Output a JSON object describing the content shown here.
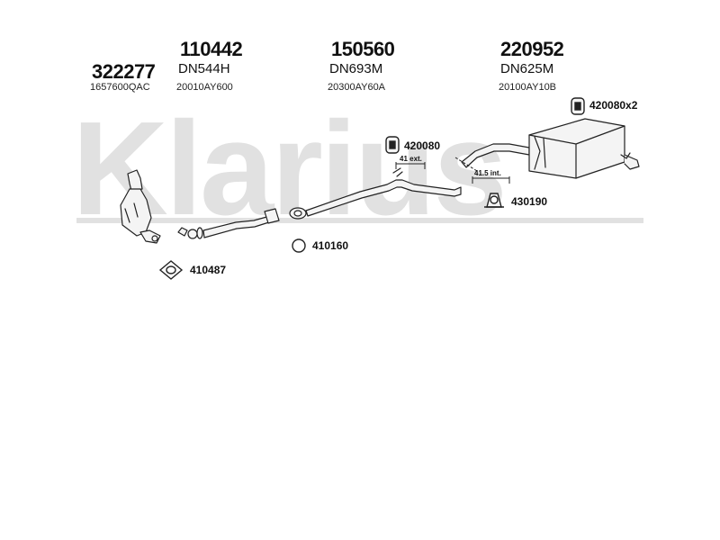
{
  "brand": {
    "watermark_text": "Klarius"
  },
  "parts": {
    "p322277": {
      "number": "322277",
      "oem": "1657600QAC"
    },
    "p110442": {
      "number": "110442",
      "code": "DN544H",
      "oem": "20010AY600"
    },
    "p150560": {
      "number": "150560",
      "code": "DN693M",
      "oem": "20300AY60A"
    },
    "p220952": {
      "number": "220952",
      "code": "DN625M",
      "oem": "20100AY10B"
    }
  },
  "fittings": {
    "f420080x2": "420080x2",
    "f420080": "420080",
    "f430190": "430190",
    "f410160": "410160",
    "f410487": "410487"
  },
  "dimensions": {
    "ext": "41 ext.",
    "int": "41.5 int."
  },
  "icons": [
    "hanger-icon",
    "rubber-mount-icon",
    "clamp-icon",
    "ring-gasket-icon",
    "flange-gasket-icon",
    "catalytic-converter-icon",
    "front-pipe-icon",
    "middle-pipe-icon",
    "rear-silencer-icon"
  ],
  "colors": {
    "watermark": "#e1e1e1",
    "line": "#222222",
    "fill": "#f4f4f4"
  }
}
